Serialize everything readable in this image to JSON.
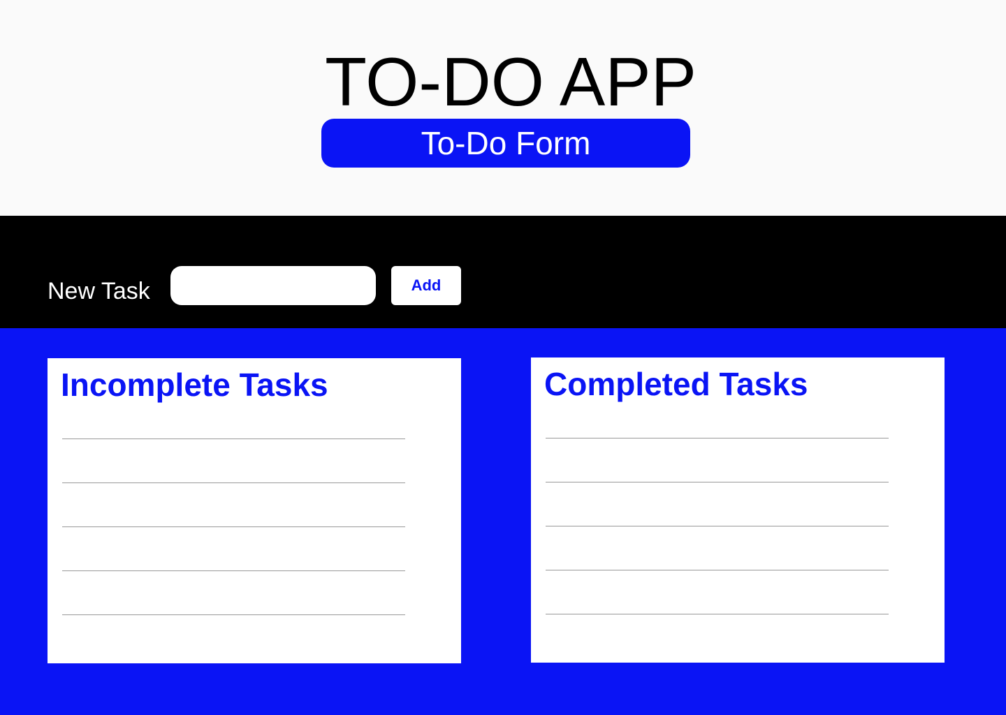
{
  "header": {
    "title": "TO-DO APP",
    "form_label": "To-Do Form"
  },
  "form": {
    "new_task_label": "New Task",
    "input_value": "",
    "input_placeholder": "",
    "add_label": "Add"
  },
  "lists": {
    "incomplete_title": "Incomplete Tasks",
    "completed_title": "Completed Tasks"
  },
  "colors": {
    "accent": "#0a14f5",
    "header_bg": "#fafafa",
    "form_bar_bg": "#000000",
    "panel_bg": "#ffffff"
  }
}
